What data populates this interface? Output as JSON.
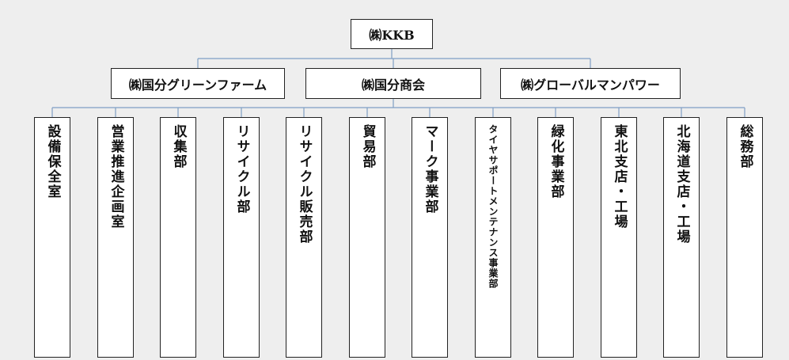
{
  "root": {
    "label": "㈱KKB"
  },
  "companies": [
    {
      "label": "㈱国分グリーンファーム"
    },
    {
      "label": "㈱国分商会"
    },
    {
      "label": "㈱グローバルマンパワー"
    }
  ],
  "departments": [
    {
      "label": "設備保全室"
    },
    {
      "label": "営業推進企画室"
    },
    {
      "label": "収集部"
    },
    {
      "label": "リサイクル部"
    },
    {
      "label": "リサイクル販売部"
    },
    {
      "label": "貿易部"
    },
    {
      "label": "マーク事業部"
    },
    {
      "label": "タイヤサポートメンテナンス事業部"
    },
    {
      "label": "緑化事業部"
    },
    {
      "label": "東北支店・工場"
    },
    {
      "label": "北海道支店・工場"
    },
    {
      "label": "総務部"
    }
  ],
  "colors": {
    "connector": "#7f9fc4",
    "box_border": "#222222",
    "background": "#eeeeee"
  }
}
